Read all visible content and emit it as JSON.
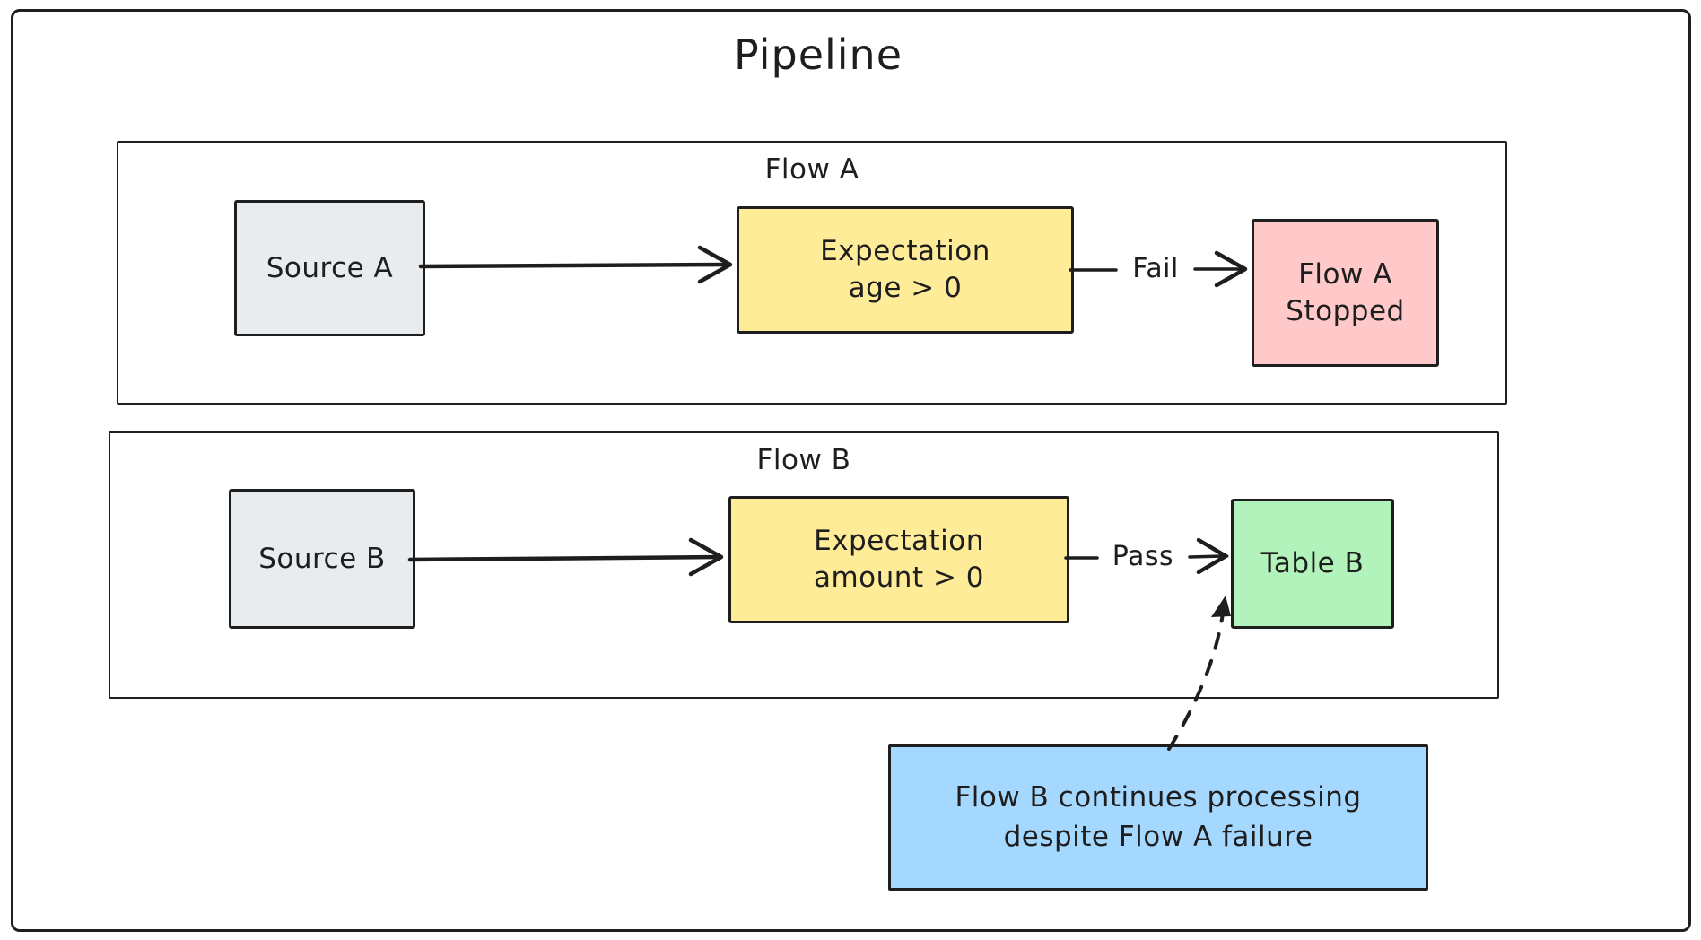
{
  "title": "Pipeline",
  "colors": {
    "stroke": "#1e1e1e",
    "source_fill": "#e9ecef",
    "expectation_fill": "#ffec99",
    "fail_fill": "#ffc9c9",
    "pass_fill": "#b2f2bb",
    "note_fill": "#a5d8ff"
  },
  "flow_a": {
    "label": "Flow A",
    "source_label": "Source A",
    "expectation_line1": "Expectation",
    "expectation_line2": "age > 0",
    "edge_label": "Fail",
    "result_line1": "Flow A",
    "result_line2": "Stopped"
  },
  "flow_b": {
    "label": "Flow B",
    "source_label": "Source B",
    "expectation_line1": "Expectation",
    "expectation_line2": "amount > 0",
    "edge_label": "Pass",
    "result_label": "Table B"
  },
  "note": {
    "line1": "Flow B continues processing",
    "line2": "despite Flow A failure"
  }
}
